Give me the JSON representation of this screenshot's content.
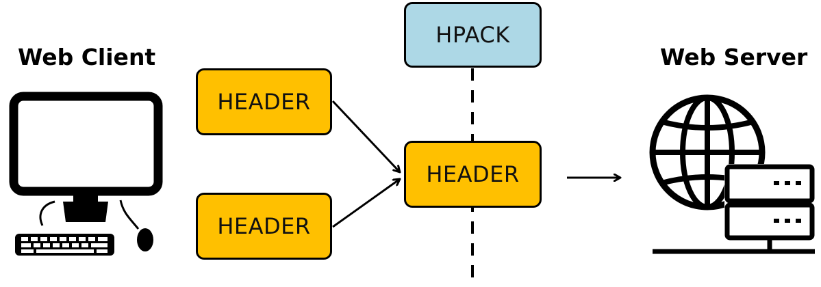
{
  "client": {
    "title": "Web Client"
  },
  "server": {
    "title": "Web Server"
  },
  "boxes": {
    "header_top": "HEADER",
    "header_bottom": "HEADER",
    "header_merged": "HEADER",
    "hpack": "HPACK"
  },
  "colors": {
    "header_fill": "#FFC000",
    "hpack_fill": "#ADD8E6",
    "stroke": "#000000"
  },
  "icons": {
    "client": "desktop-computer-icon",
    "server": "web-server-globe-icon"
  }
}
